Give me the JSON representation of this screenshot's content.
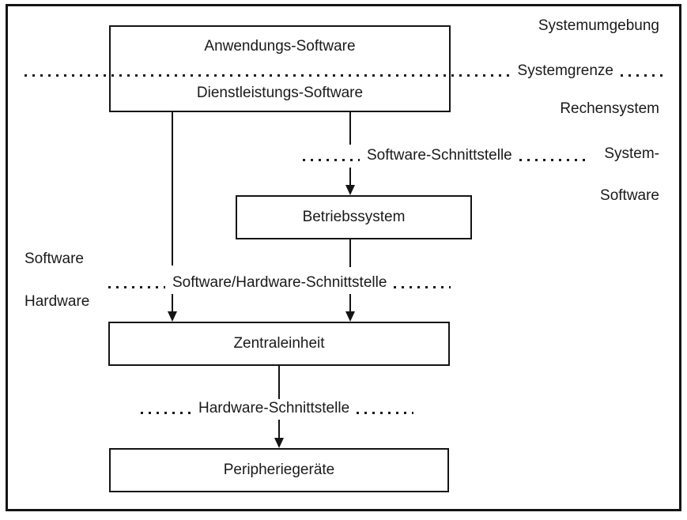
{
  "diagram": {
    "boxes": {
      "application": {
        "line1": "Anwendungs-Software",
        "line2": "Dienstleistungs-Software"
      },
      "operating_system": "Betriebssystem",
      "central_unit": "Zentraleinheit",
      "peripherals": "Peripheriegeräte"
    },
    "interfaces": {
      "system_boundary": "Systemgrenze",
      "software": "Software-Schnittstelle",
      "software_hardware": "Software/Hardware-Schnittstelle",
      "hardware": "Hardware-Schnittstelle"
    },
    "side_labels": {
      "environment": "Systemumgebung",
      "computing_system": "Rechensystem",
      "system_software_line1": "System-",
      "system_software_line2": "Software",
      "software_left": "Software",
      "hardware_left": "Hardware"
    },
    "colors": {
      "ink": "#1a1a1a",
      "background": "#ffffff"
    }
  }
}
